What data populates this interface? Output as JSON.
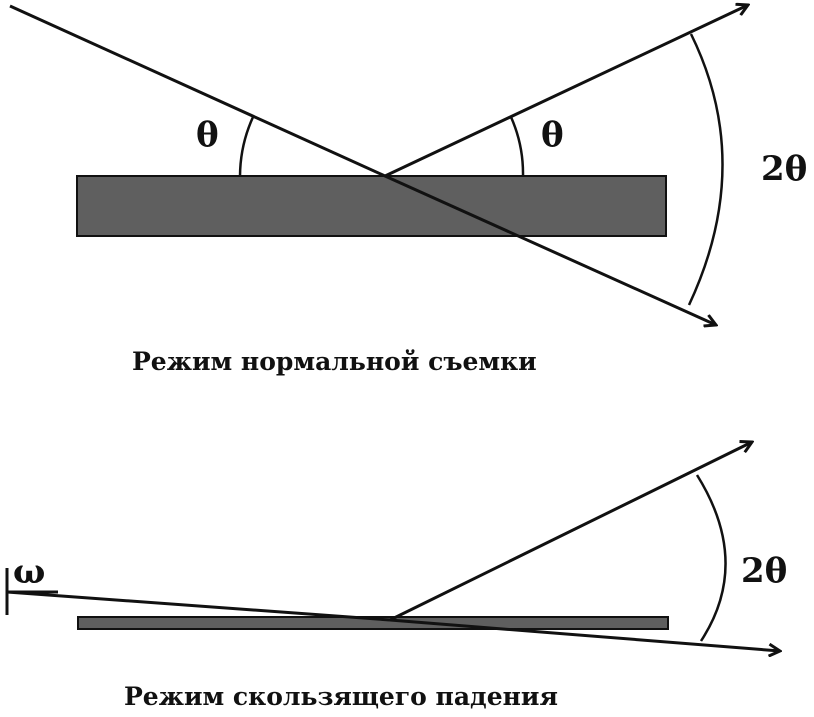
{
  "diagrams": [
    {
      "id": "normal",
      "caption": "Режим нормальной съемки",
      "angle_left": "θ",
      "angle_right": "θ",
      "angle_total": "2θ"
    },
    {
      "id": "grazing",
      "caption": "Режим скользящего падения",
      "angle_incidence": "ω",
      "angle_total": "2θ"
    }
  ],
  "colors": {
    "sample_fill": "#5f5f5f",
    "line": "#111111"
  }
}
